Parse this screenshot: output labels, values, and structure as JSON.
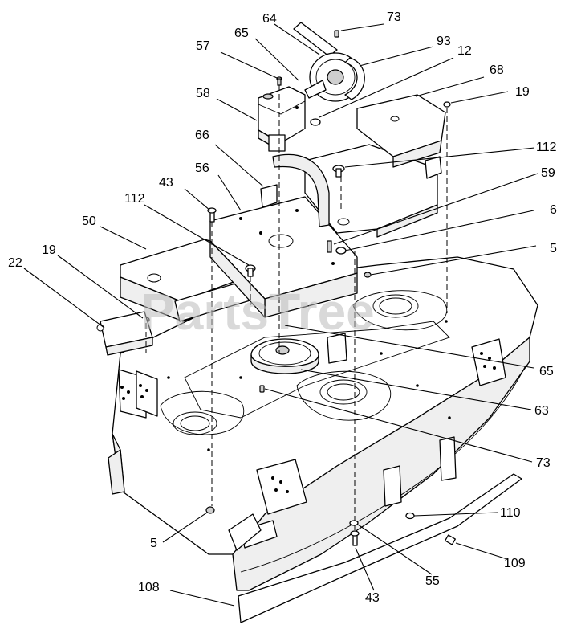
{
  "watermark": "PartsTree",
  "callouts": {
    "c73_top": "73",
    "c64": "64",
    "c65_top": "65",
    "c93": "93",
    "c12": "12",
    "c57": "57",
    "c68": "68",
    "c58": "58",
    "c19_right": "19",
    "c66": "66",
    "c112_right": "112",
    "c56": "56",
    "c43_top": "43",
    "c59": "59",
    "c112_left": "112",
    "c6": "6",
    "c50": "50",
    "c5_right": "5",
    "c19_left": "19",
    "c22": "22",
    "c65_right": "65",
    "c63": "63",
    "c73_right": "73",
    "c110": "110",
    "c5_bottom": "5",
    "c109": "109",
    "c55": "55",
    "c108": "108",
    "c43_bottom": "43"
  }
}
